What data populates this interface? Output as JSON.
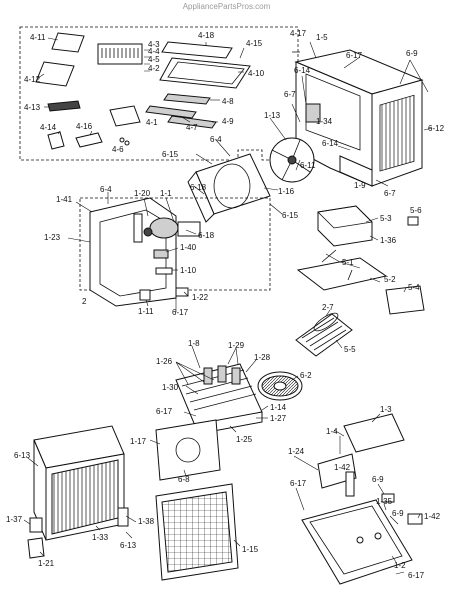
{
  "header": {
    "watermark": "AppliancePartsPros.com"
  },
  "labels": {
    "l_4_11": "4-11",
    "l_4_12": "4-12",
    "l_4_13": "4-13",
    "l_4_14": "4-14",
    "l_4_16": "4-16",
    "l_4_1": "4-1",
    "l_4_6": "4-6",
    "l_4_3": "4-3",
    "l_4_4": "4-4",
    "l_4_5": "4-5",
    "l_4_2": "4-2",
    "l_4_18": "4-18",
    "l_4_15": "4-15",
    "l_4_10": "4-10",
    "l_4_8": "4-8",
    "l_4_7": "4-7",
    "l_4_9": "4-9",
    "l_4_17": "4-17",
    "l_1_5": "1-5",
    "l_6_17_a": "6-17",
    "l_6_9_a": "6-9",
    "l_6_14_a": "6-14",
    "l_6_7_a": "6-7",
    "l_1_34": "1-34",
    "l_6_14_b": "6-14",
    "l_6_12": "6-12",
    "l_1_13": "1-13",
    "l_6_15_a": "6-15",
    "l_6_4_a": "6-4",
    "l_6_11": "6-11",
    "l_1_9": "1-9",
    "l_6_7_b": "6-7",
    "l_1_16": "1-16",
    "l_6_15_b": "6-15",
    "l_6_18_a": "6-18",
    "l_6_4_b": "6-4",
    "l_1_41": "1-41",
    "l_1_20": "1-20",
    "l_1_1": "1-1",
    "l_6_18_b": "6-18",
    "l_1_23": "1-23",
    "l_1_40": "1-40",
    "l_1_10": "1-10",
    "l_1_22": "1-22",
    "l_1_11": "1-11",
    "l_6_17_b": "6-17",
    "l_2": "2",
    "l_5_3": "5-3",
    "l_5_6": "5-6",
    "l_1_36": "1-36",
    "l_5_1": "5-1",
    "l_5_2": "5-2",
    "l_5_4": "5-4",
    "l_2_7": "2-7",
    "l_5_5": "5-5",
    "l_1_8": "1-8",
    "l_1_26": "1-26",
    "l_1_29": "1-29",
    "l_1_28": "1-28",
    "l_6_2": "6-2",
    "l_1_30": "1-30",
    "l_6_17_c": "6-17",
    "l_1_14": "1-14",
    "l_1_27": "1-27",
    "l_1_25": "1-25",
    "l_1_17": "1-17",
    "l_6_8": "6-8",
    "l_1_3": "1-3",
    "l_1_4": "1-4",
    "l_1_24": "1-24",
    "l_1_42_a": "1-42",
    "l_6_13_a": "6-13",
    "l_6_9_b": "6-9",
    "l_6_17_d": "6-17",
    "l_1_35": "1-35",
    "l_6_9_c": "6-9",
    "l_1_42_b": "1-42",
    "l_1_37": "1-37",
    "l_1_38": "1-38",
    "l_1_33": "1-33",
    "l_6_13_b": "6-13",
    "l_1_21": "1-21",
    "l_1_15": "1-15",
    "l_1_2": "1-2",
    "l_6_17_e": "6-17"
  }
}
